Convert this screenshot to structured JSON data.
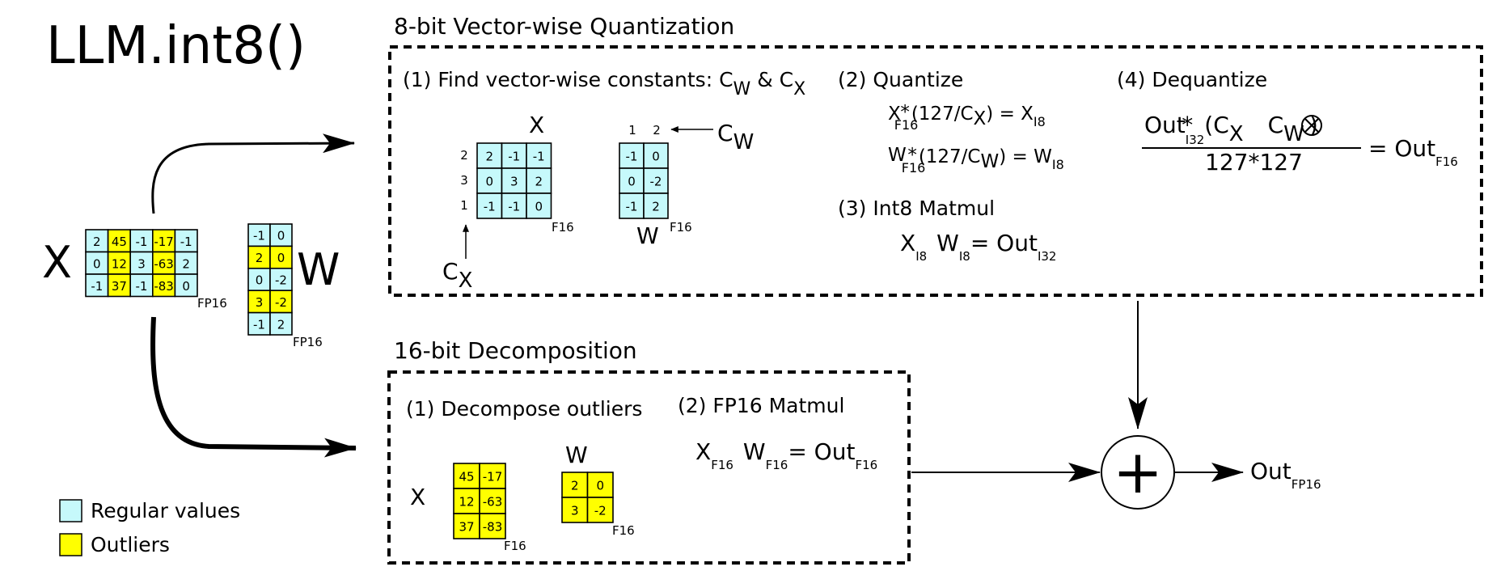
{
  "title": "LLM.int8()",
  "colors": {
    "regular": "#c6f9fb",
    "outlier": "#ffff00",
    "stroke": "#000000"
  },
  "input": {
    "x_label": "X",
    "w_label": "W",
    "x_matrix": [
      [
        {
          "v": "2",
          "o": false
        },
        {
          "v": "45",
          "o": true
        },
        {
          "v": "-1",
          "o": false
        },
        {
          "v": "-17",
          "o": true
        },
        {
          "v": "-1",
          "o": false
        }
      ],
      [
        {
          "v": "0",
          "o": false
        },
        {
          "v": "12",
          "o": true
        },
        {
          "v": "3",
          "o": false
        },
        {
          "v": "-63",
          "o": true
        },
        {
          "v": "2",
          "o": false
        }
      ],
      [
        {
          "v": "-1",
          "o": false
        },
        {
          "v": "37",
          "o": true
        },
        {
          "v": "-1",
          "o": false
        },
        {
          "v": "-83",
          "o": true
        },
        {
          "v": "0",
          "o": false
        }
      ]
    ],
    "w_matrix": [
      [
        {
          "v": "-1",
          "o": false
        },
        {
          "v": "0",
          "o": false
        }
      ],
      [
        {
          "v": "2",
          "o": true
        },
        {
          "v": "0",
          "o": true
        }
      ],
      [
        {
          "v": "0",
          "o": false
        },
        {
          "v": "-2",
          "o": false
        }
      ],
      [
        {
          "v": "3",
          "o": true
        },
        {
          "v": "-2",
          "o": true
        }
      ],
      [
        {
          "v": "-1",
          "o": false
        },
        {
          "v": "2",
          "o": false
        }
      ]
    ],
    "x_dtype": "FP16",
    "w_dtype": "FP16"
  },
  "legend": {
    "regular": "Regular values",
    "outliers": "Outliers"
  },
  "vector_section": {
    "title": "8-bit Vector-wise Quantization",
    "step1": {
      "label": "(1) Find vector-wise constants: C",
      "label_sub_w": "W",
      "label_amp": " & C",
      "label_sub_x": "X",
      "x_title": "X",
      "x_row_constants": [
        "2",
        "3",
        "1"
      ],
      "x_matrix": [
        [
          "2",
          "-1",
          "-1"
        ],
        [
          "0",
          "3",
          "2"
        ],
        [
          "-1",
          "-1",
          "0"
        ]
      ],
      "x_dtype": "F16",
      "cx_label": "C",
      "cx_sub": "X",
      "w_col_constants": [
        "1",
        "2"
      ],
      "w_matrix": [
        [
          "-1",
          "0"
        ],
        [
          "0",
          "-2"
        ],
        [
          "-1",
          "2"
        ]
      ],
      "w_title": "W",
      "w_dtype": "F16",
      "cw_label": "C",
      "cw_sub": "W"
    },
    "step2": {
      "label": "(2) Quantize",
      "eq1": {
        "a": "X",
        "a_sub": "F16",
        "op": "*",
        "mid": "(127/C",
        "mid_sub": "X",
        "close": ") = X",
        "r_sub": "I8"
      },
      "eq2": {
        "a": "W",
        "a_sub": "F16",
        "op": "*",
        "mid": "(127/C",
        "mid_sub": "W",
        "close": ") = W",
        "r_sub": "I8"
      }
    },
    "step3": {
      "label": "(3) Int8 Matmul",
      "a": "X",
      "a_sub": "I8",
      "b": "W",
      "b_sub": "I8",
      "eq": "= Out",
      "eq_sub": "I32"
    },
    "step4": {
      "label": "(4) Dequantize",
      "num_a": "Out",
      "num_a_sub": "I32",
      "num_op": "*",
      "num_b": "(C",
      "num_b_sub": "X",
      "num_c": "C",
      "num_c_sub": "W",
      "num_close": ")",
      "denominator": "127*127",
      "result": "= Out",
      "result_sub": "F16"
    }
  },
  "decomp_section": {
    "title": "16-bit Decomposition",
    "step1": {
      "label": "(1) Decompose outliers",
      "x_label": "X",
      "x_matrix": [
        [
          "45",
          "-17"
        ],
        [
          "12",
          "-63"
        ],
        [
          "37",
          "-83"
        ]
      ],
      "x_dtype": "F16",
      "w_label": "W",
      "w_matrix": [
        [
          "2",
          "0"
        ],
        [
          "3",
          "-2"
        ]
      ],
      "w_dtype": "F16"
    },
    "step2": {
      "label": "(2) FP16 Matmul",
      "a": "X",
      "a_sub": "F16",
      "b": "W",
      "b_sub": "F16",
      "eq": "= Out",
      "eq_sub": "F16"
    }
  },
  "output": {
    "plus": "+",
    "label": "Out",
    "sub": "FP16"
  }
}
